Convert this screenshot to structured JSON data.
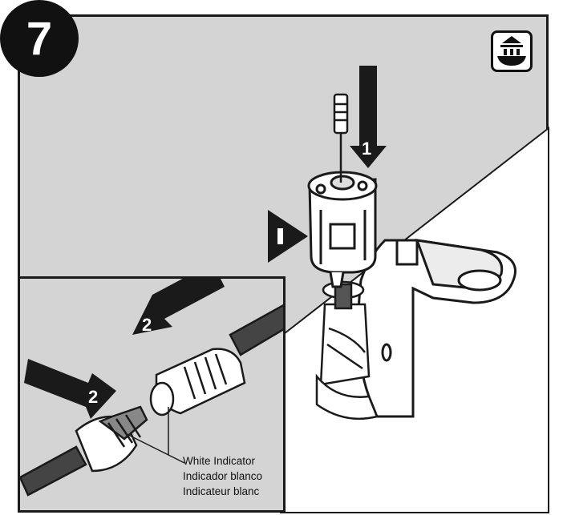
{
  "step": {
    "number": "7"
  },
  "main_arrow": {
    "label": "1"
  },
  "inset": {
    "arrow_left_label": "2",
    "arrow_right_label": "2",
    "indicator_labels": [
      "White Indicator",
      "Indicador blanco",
      "Indicateur blanc"
    ]
  },
  "colors": {
    "frame_background": "#d4d4d4",
    "outline": "#1a1a1a",
    "arrow": "#1a1a1a",
    "part_fill": "#ffffff"
  },
  "icons": {
    "corner": "install-parts-icon",
    "pointer": "triangle-pointer-icon"
  }
}
